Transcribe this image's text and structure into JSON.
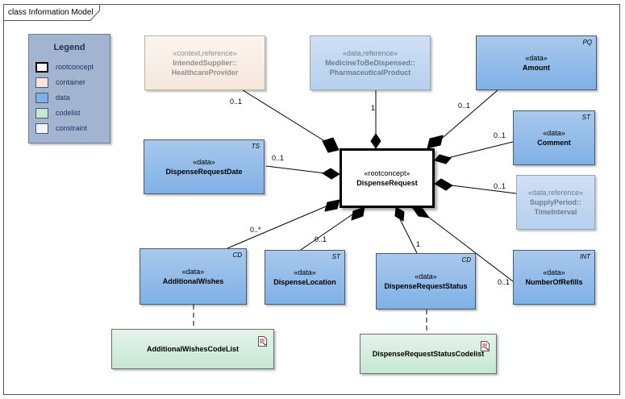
{
  "diagram": {
    "title": "class Information Model"
  },
  "legend": {
    "title": "Legend",
    "items": [
      {
        "label": "rootconcept",
        "color": "#ffffff",
        "bold": true
      },
      {
        "label": "container",
        "color": "#f5e6da"
      },
      {
        "label": "data",
        "color": "#7fb1e6"
      },
      {
        "label": "codelist",
        "color": "#c7e7d4"
      },
      {
        "label": "constraint",
        "color": "#f2f4fa"
      }
    ]
  },
  "classes": {
    "dispense_request": {
      "stereotype": "«rootconcept»",
      "name": "DispenseRequest"
    },
    "intended_supplier": {
      "stereotype": "«context,reference»",
      "name": "IntendedSupplier::",
      "name2": "HealthcareProvider"
    },
    "medicine": {
      "stereotype": "«data,reference»",
      "name": "MedicineToBeDispensed::",
      "name2": "PharmaceuticalProduct"
    },
    "amount": {
      "stereotype": "«data»",
      "name": "Amount",
      "tag": "PQ"
    },
    "comment": {
      "stereotype": "«data»",
      "name": "Comment",
      "tag": "ST"
    },
    "supply_period": {
      "stereotype": "«data,reference»",
      "name": "SupplyPeriod::",
      "name2": "TimeInterval"
    },
    "dispense_request_date": {
      "stereotype": "«data»",
      "name": "DispenseRequestDate",
      "tag": "TS"
    },
    "additional_wishes": {
      "stereotype": "«data»",
      "name": "AdditionalWishes",
      "tag": "CD"
    },
    "dispense_location": {
      "stereotype": "«data»",
      "name": "DispenseLocation",
      "tag": "ST"
    },
    "dispense_request_status": {
      "stereotype": "«data»",
      "name": "DispenseRequestStatus",
      "tag": "CD"
    },
    "number_of_refills": {
      "stereotype": "«data»",
      "name": "NumberOfRefills",
      "tag": "INT"
    },
    "additional_wishes_codelist": {
      "name": "AdditionalWishesCodeList"
    },
    "dispense_request_status_codelist": {
      "name": "DispenseRequestStatusCodelist"
    }
  },
  "multiplicities": {
    "intended_supplier": "0..1",
    "medicine": "1",
    "amount": "0..1",
    "comment": "0..1",
    "supply_period": "0..1",
    "dispense_request_date": "0..1",
    "additional_wishes": "0..*",
    "dispense_location": "0..1",
    "dispense_request_status": "1",
    "number_of_refills": "0..1"
  }
}
